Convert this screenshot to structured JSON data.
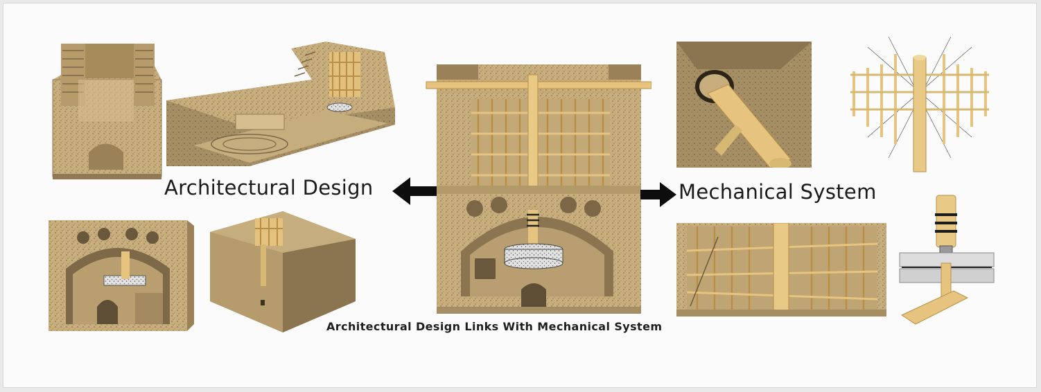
{
  "labels": {
    "architectural": "Architectural Design",
    "mechanical": "Mechanical System",
    "caption": "Architectural Design Links With Mechanical System"
  },
  "colors": {
    "sandstone": "#c9ae7d",
    "sandstone_dark": "#8f7a55",
    "wood": "#e6c47f",
    "wood_dark": "#b88f45",
    "millstone": "#d9d9d9",
    "background": "#fbfbfb",
    "text": "#1a1a1a"
  },
  "figures": [
    {
      "name": "building-exterior-render"
    },
    {
      "name": "building-longitudinal-section-render"
    },
    {
      "name": "building-cross-section-render"
    },
    {
      "name": "building-corner-render"
    },
    {
      "name": "windmill-central-section-render"
    },
    {
      "name": "shaft-bearing-detail-render"
    },
    {
      "name": "rotor-frame-render"
    },
    {
      "name": "rotor-vanes-section-render"
    },
    {
      "name": "millstone-shaft-detail-render"
    }
  ]
}
